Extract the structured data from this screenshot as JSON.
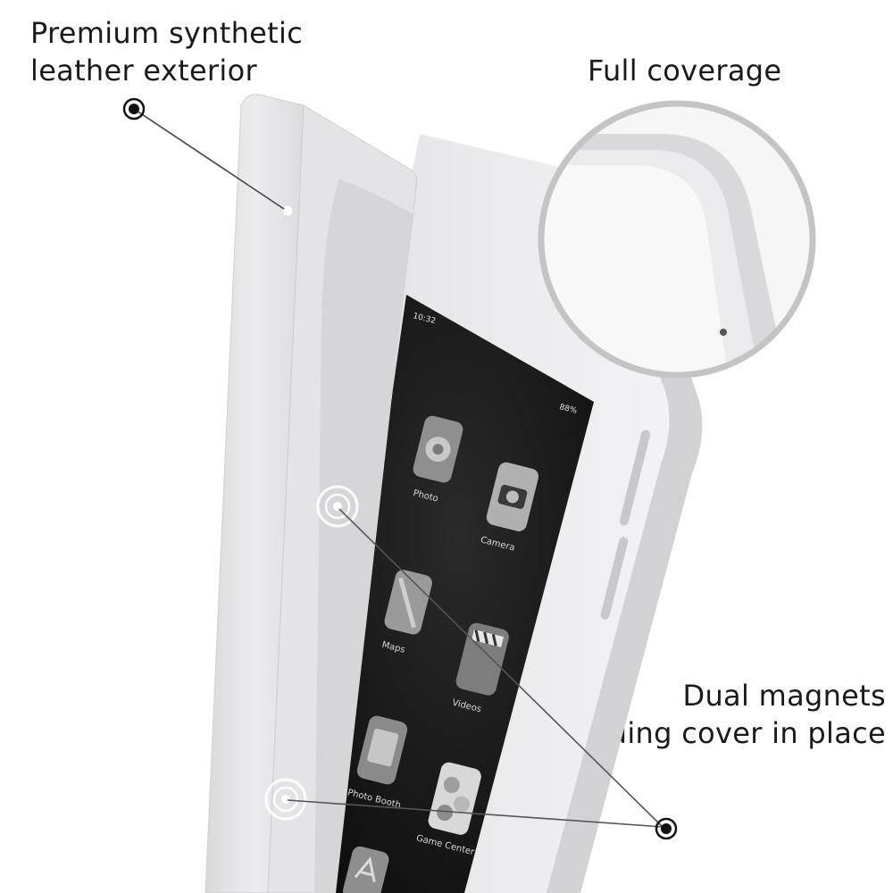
{
  "callouts": {
    "leather": {
      "line1": "Premium synthetic",
      "line2": "leather exterior"
    },
    "coverage": {
      "text": "Full coverage"
    },
    "magnets": {
      "line1": "Dual magnets",
      "line2": "holding cover in place"
    }
  },
  "device": {
    "status_time": "10:32",
    "battery": "88%",
    "apps": [
      {
        "label": "Photo",
        "icon": "photos-icon"
      },
      {
        "label": "Camera",
        "icon": "camera-icon"
      },
      {
        "label": "Maps",
        "icon": "maps-icon"
      },
      {
        "label": "Videos",
        "icon": "clapperboard-icon"
      },
      {
        "label": "Photo Booth",
        "icon": "photo-booth-icon"
      },
      {
        "label": "Game Center",
        "icon": "game-center-icon"
      },
      {
        "label": "",
        "icon": "app-store-icon"
      }
    ]
  },
  "colors": {
    "case": "#e6e6e8",
    "case_edge": "#cfcfd2",
    "screen": "#141414",
    "text": "#1a1a1a"
  }
}
